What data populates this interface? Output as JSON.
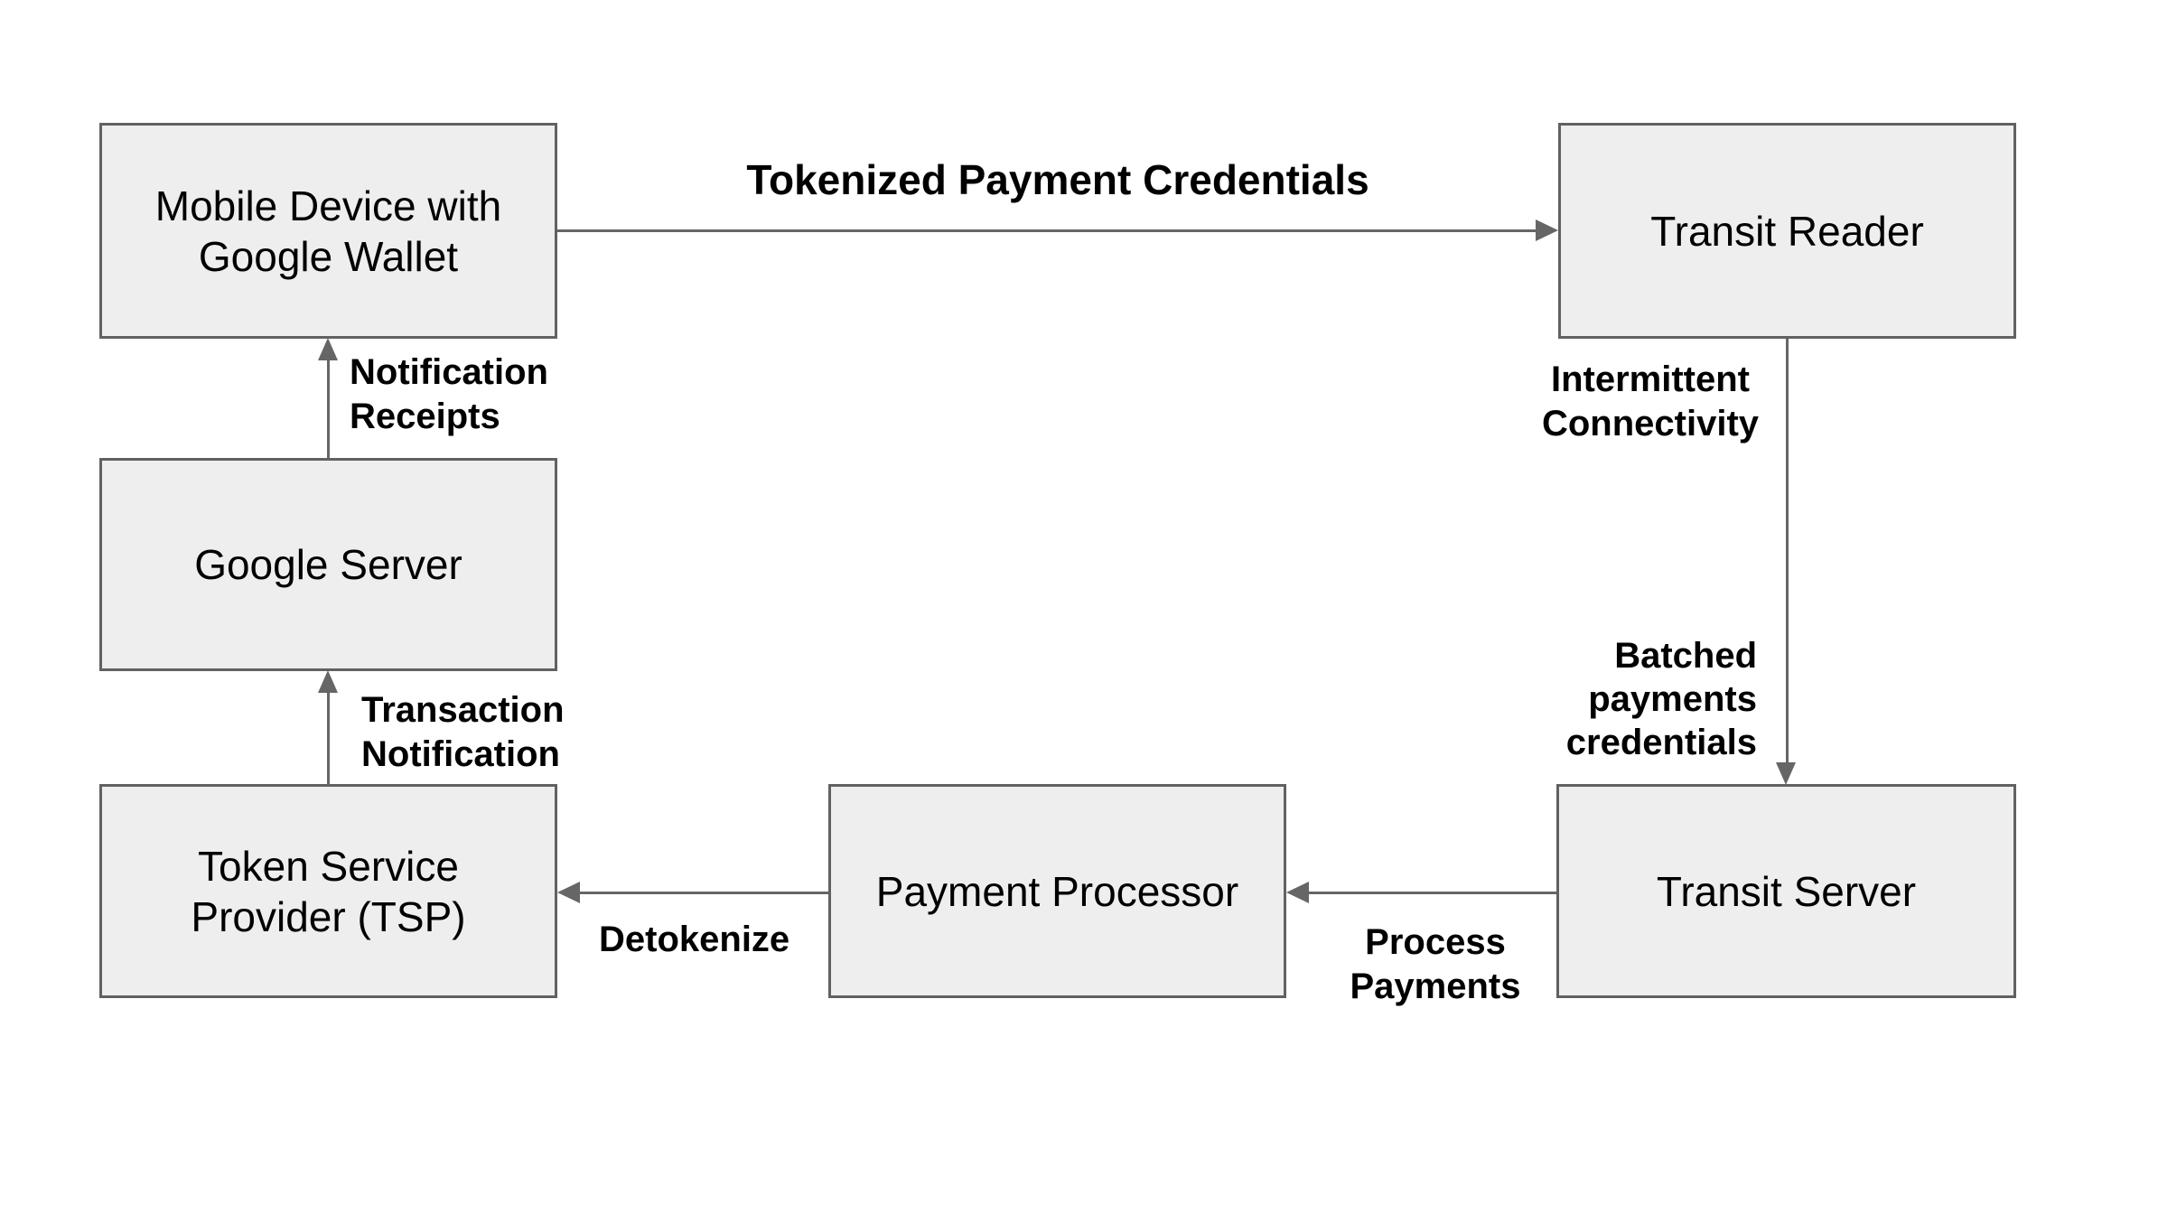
{
  "diagram": {
    "type": "flow-diagram",
    "description": "Google Wallet transit payment tokenization flow",
    "colors": {
      "background": "#ffffff",
      "node_fill": "#eeeeee",
      "node_border": "#616161",
      "arrow": "#666666",
      "text": "#000000"
    },
    "nodes": [
      {
        "id": "mobile-device-google-wallet",
        "label": "Mobile Device with\nGoogle Wallet"
      },
      {
        "id": "transit-reader",
        "label": "Transit Reader"
      },
      {
        "id": "google-server",
        "label": "Google Server"
      },
      {
        "id": "token-service-provider",
        "label": "Token Service\nProvider (TSP)"
      },
      {
        "id": "payment-processor",
        "label": "Payment Processor"
      },
      {
        "id": "transit-server",
        "label": "Transit Server"
      }
    ],
    "edges": [
      {
        "from": "mobile-device-google-wallet",
        "to": "transit-reader",
        "direction": "right",
        "label": "Tokenized Payment Credentials"
      },
      {
        "from": "transit-reader",
        "to": "transit-server",
        "direction": "down",
        "labels": {
          "upper": "Intermittent\nConnectivity",
          "lower": "Batched\npayments\ncredentials"
        }
      },
      {
        "from": "transit-server",
        "to": "payment-processor",
        "direction": "left",
        "label": "Process\nPayments"
      },
      {
        "from": "payment-processor",
        "to": "token-service-provider",
        "direction": "left",
        "label": "Detokenize"
      },
      {
        "from": "token-service-provider",
        "to": "google-server",
        "direction": "up",
        "label": "Transaction\nNotification"
      },
      {
        "from": "google-server",
        "to": "mobile-device-google-wallet",
        "direction": "up",
        "label": "Notification\nReceipts"
      }
    ]
  }
}
